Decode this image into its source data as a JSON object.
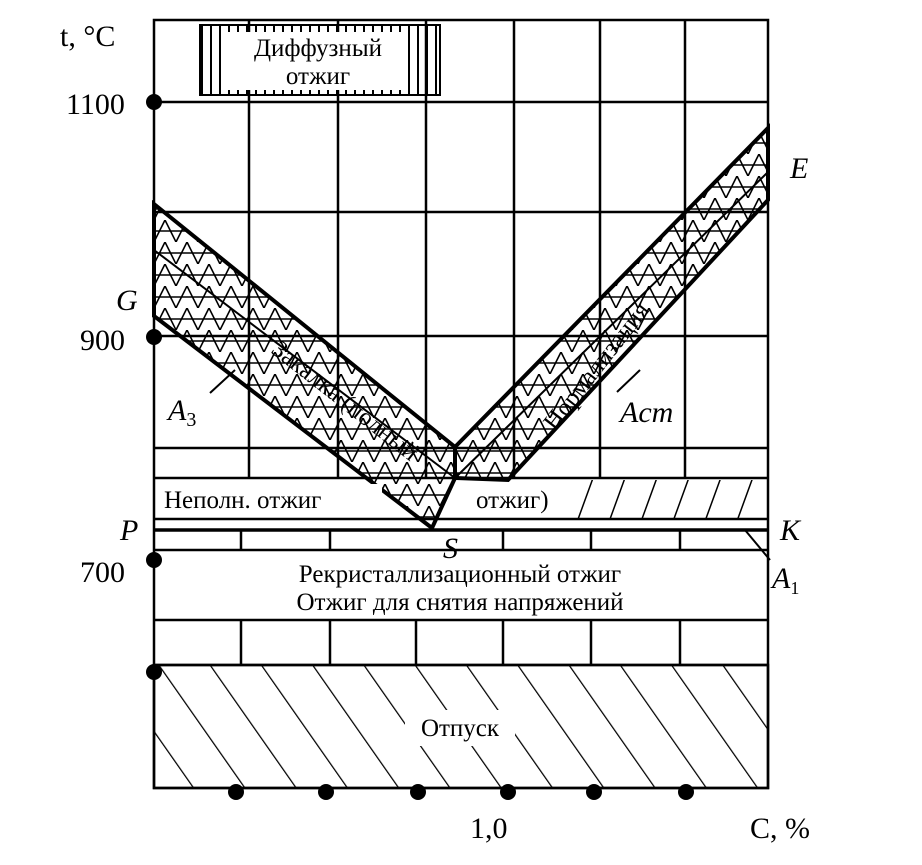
{
  "axes": {
    "y_label": "t, °C",
    "x_label": "C, %",
    "y_ticks": [
      "1100",
      "900",
      "700"
    ],
    "x_tick": "1,0"
  },
  "points": {
    "G": "G",
    "P": "P",
    "S": "S",
    "K": "K",
    "E": "E"
  },
  "lines": {
    "A3": "A",
    "A3_sub": "3",
    "Acm": "Aст",
    "A1": "A",
    "A1_sub": "1"
  },
  "zones": {
    "diffusion_line1": "Диффузный",
    "diffusion_line2": "отжиг",
    "quench": "Закалка (полный",
    "quench_tail": "отжиг)",
    "normalization": "Нормализация",
    "partial": "Неполн. отжиг",
    "recryst": "Рекристаллизационный отжиг",
    "stress_relief": "Отжиг для снятия напряжений",
    "tempering": "Отпуск"
  }
}
